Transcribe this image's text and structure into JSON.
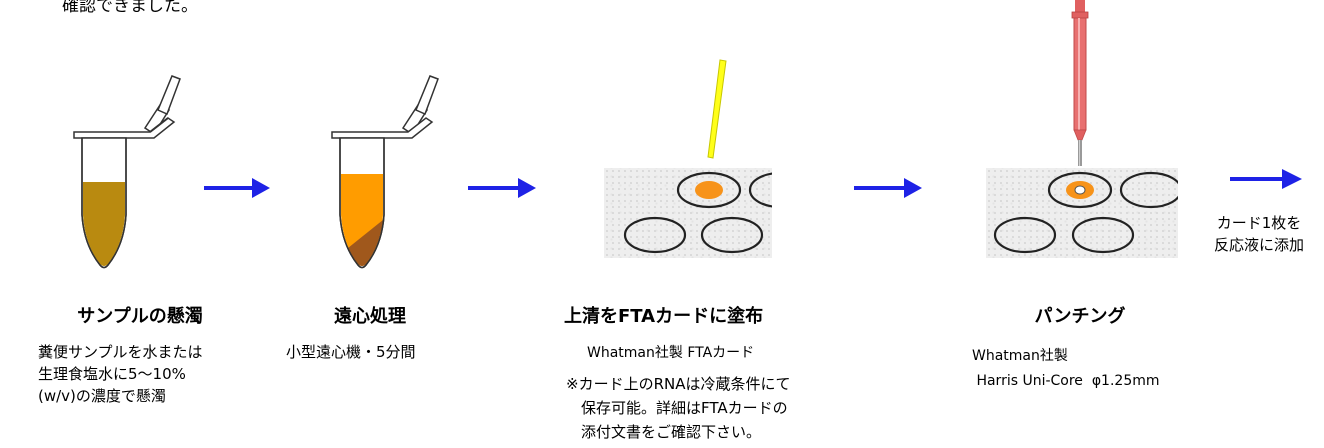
{
  "intro_text": "確認できました。",
  "steps": [
    {
      "title": "サンプルの懸濁",
      "desc": "糞便サンプルを水または\n生理食塩水に5～10%\n(w/v)の濃度で懸濁"
    },
    {
      "title": "遠心処理",
      "desc": "小型遠心機・5分間"
    },
    {
      "title": "上清をFTAカードに塗布",
      "desc": "Whatman社製 FTAカード",
      "note": "※カード上のRNAは冷蔵条件にて\n　保存可能。詳細はFTAカードの\n　添付文書をご確認下さい。"
    },
    {
      "title": "パンチング",
      "desc": "Whatman社製\n Harris Uni-Core  φ1.25mm"
    }
  ],
  "final_label": "カード1枚を\n反応液に添加",
  "colors": {
    "arrow": "#1e22e6",
    "suspension": "#b98a10",
    "supernatant": "#ff9c00",
    "pellet": "#a0581c",
    "spot": "#f7931a",
    "stick": "#ffff1a",
    "punch": "#e06060"
  }
}
